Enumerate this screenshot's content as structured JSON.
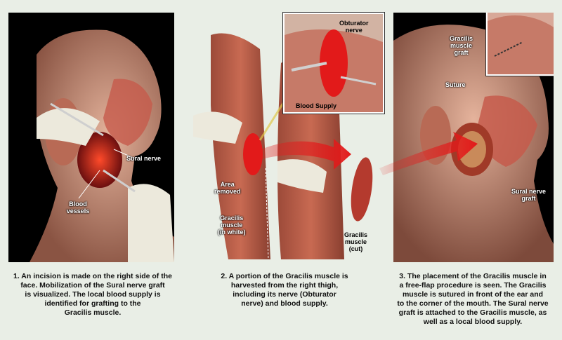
{
  "panels": [
    {
      "labels": {
        "sural_nerve": "Sural nerve",
        "blood_vessels_1": "Blood",
        "blood_vessels_2": "vessels"
      },
      "caption": [
        "1. An incision is made on the right side of the",
        "face. Mobilization of the Sural nerve graft",
        "is visualized. The local blood supply is",
        "identified for grafting to the",
        "Gracilis muscle."
      ]
    },
    {
      "labels": {
        "obturator_1": "Obturator",
        "obturator_2": "nerve",
        "blood_supply": "Blood Supply",
        "area_1": "Area",
        "area_2": "removed",
        "gracilis_1": "Gracilis",
        "gracilis_2": "muscle",
        "gracilis_3": "(in white)",
        "cut_1": "Gracilis",
        "cut_2": "muscle",
        "cut_3": "(cut)"
      },
      "caption": [
        "2. A portion of the Gracilis muscle is",
        "harvested from the right thigh,",
        "including its nerve (Obturator",
        "nerve) and blood supply."
      ]
    },
    {
      "labels": {
        "graft_1": "Gracilis",
        "graft_2": "muscle",
        "graft_3": "graft",
        "suture": "Suture",
        "sural_1": "Sural nerve",
        "sural_2": "graft"
      },
      "caption": [
        "3. The placement of the Gracilis muscle in",
        "a free-flap procedure is seen. The Gracilis",
        "muscle is sutured in front of the ear and",
        "to the corner of the mouth. The Sural nerve",
        "graft is attached to the Gracilis muscle, as",
        "well as a local blood supply."
      ]
    }
  ],
  "colors": {
    "muscle": "#b84a3c",
    "skin": "#d9a48c",
    "blood": "#e21a1a",
    "glove": "#e8e6d8",
    "background": "#e9eee6"
  }
}
